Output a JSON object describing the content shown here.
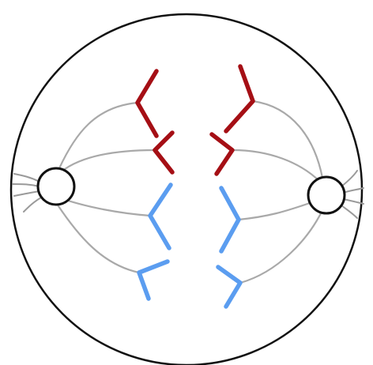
{
  "diagram": {
    "colors": {
      "background": "#ffffff",
      "cell_outline": "#111111",
      "spindle_fiber": "#a9a9a9",
      "aster_ray": "#9a9a9a",
      "chromatid_red": "#a50f15",
      "chromatid_blue": "#5b9df0",
      "centrosome_fill": "#ffffff"
    },
    "parts": {
      "cell_membrane": "cell-membrane",
      "centrosomes": [
        "left-centrosome",
        "right-centrosome"
      ],
      "chromatid_groups": [
        "red",
        "blue"
      ]
    }
  }
}
